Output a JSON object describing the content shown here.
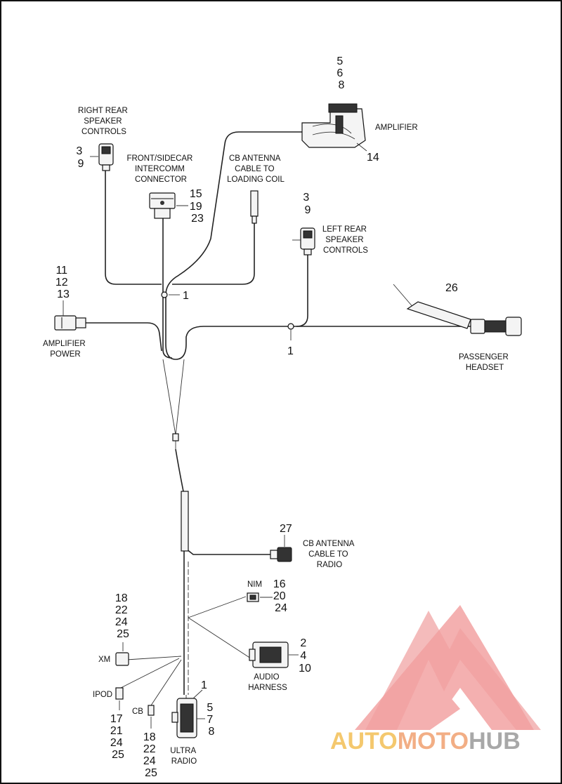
{
  "labels": {
    "right_rear": [
      "RIGHT REAR",
      "SPEAKER",
      "CONTROLS"
    ],
    "right_rear_nums": [
      "3",
      "9"
    ],
    "intercom": [
      "FRONT/SIDECAR",
      "INTERCOMM",
      "CONNECTOR"
    ],
    "intercom_nums": [
      "15",
      "19",
      "23"
    ],
    "cb_coil": [
      "CB ANTENNA",
      "CABLE TO",
      "LOADING COIL"
    ],
    "amplifier_nums": [
      "5",
      "6",
      "8"
    ],
    "amplifier": "AMPLIFIER",
    "amplifier_callout": "14",
    "left_rear_nums": [
      "3",
      "9"
    ],
    "left_rear": [
      "LEFT REAR",
      "SPEAKER",
      "CONTROLS"
    ],
    "amp_power_nums": [
      "11",
      "12",
      "13"
    ],
    "amp_power": [
      "AMPLIFIER",
      "POWER"
    ],
    "clip_a": "1",
    "clip_b": "1",
    "headset_callout": "26",
    "headset": [
      "PASSENGER",
      "HEADSET"
    ],
    "cb_radio_callout": "27",
    "cb_radio": [
      "CB ANTENNA",
      "CABLE TO",
      "RADIO"
    ],
    "nim": "NIM",
    "nim_nums": [
      "16",
      "20",
      "24"
    ],
    "xm_nums": [
      "18",
      "22",
      "24",
      "25"
    ],
    "xm": "XM",
    "audio_nums": [
      "2",
      "4",
      "10"
    ],
    "audio": [
      "AUDIO",
      "HARNESS"
    ],
    "ipod": "IPOD",
    "ipod_nums": [
      "17",
      "21",
      "24",
      "25"
    ],
    "cb": "CB",
    "cb_nums": [
      "18",
      "22",
      "24",
      "25"
    ],
    "ultra_callout": "1",
    "ultra_nums": [
      "5",
      "7",
      "8"
    ],
    "ultra": [
      "ULTRA",
      "RADIO"
    ]
  },
  "watermark": {
    "part1": "AUTO",
    "part2": "MOTO",
    "part3": "HUB"
  }
}
